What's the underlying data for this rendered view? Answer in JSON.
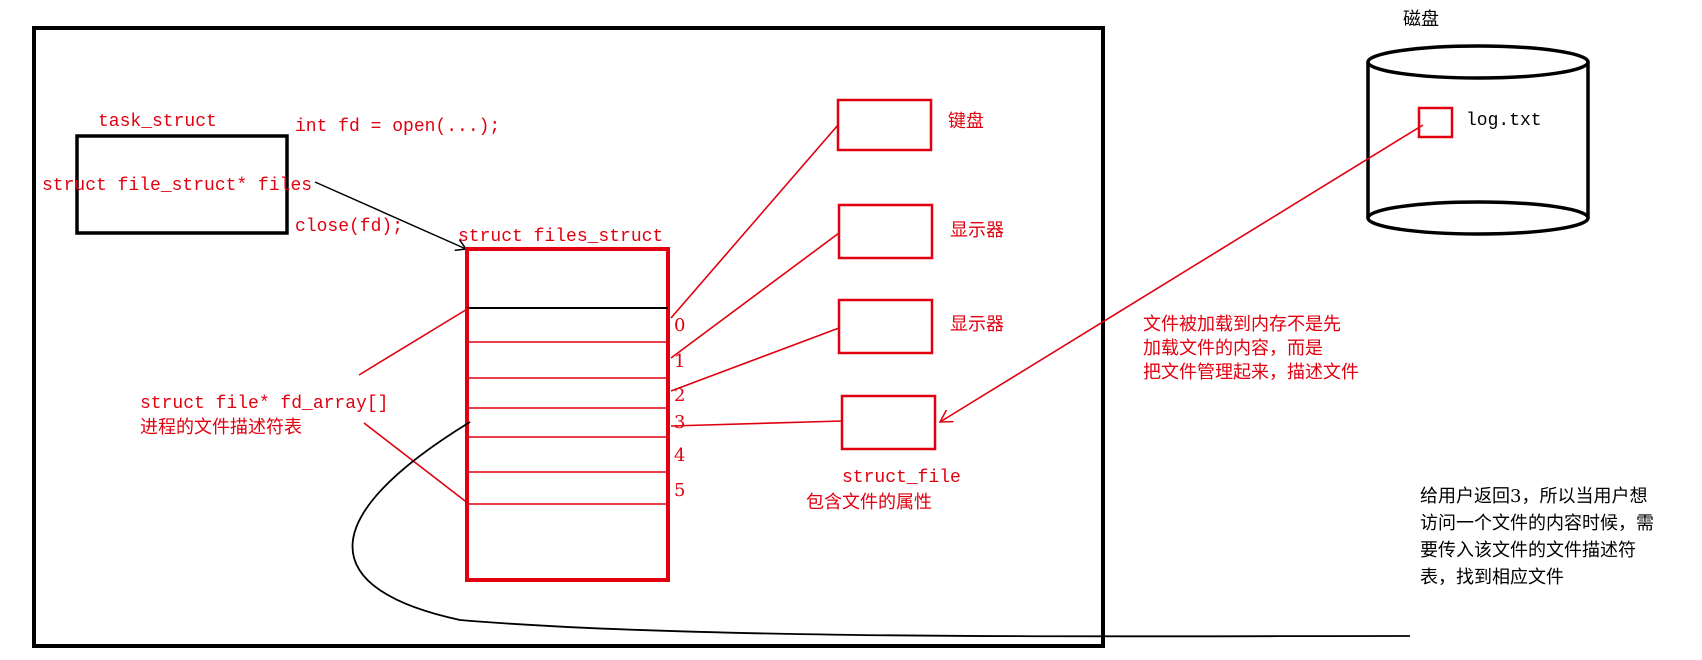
{
  "colors": {
    "red": "#e1000f",
    "black": "#000000"
  },
  "labels": {
    "task_struct": "task_struct",
    "open_call": "int fd = open(...);",
    "files_ptr": "struct file_struct* files",
    "close_call": "close(fd);",
    "files_struct": "struct files_struct",
    "fd_array": "struct file* fd_array[]",
    "fd_array_desc": "进程的文件描述符表",
    "keyboard": "键盘",
    "monitor_1": "显示器",
    "monitor_2": "显示器",
    "struct_file": "struct_file",
    "struct_file_desc": "包含文件的属性",
    "disk": "磁盘",
    "log_file": "log.txt"
  },
  "indices": [
    "0",
    "1",
    "2",
    "3",
    "4",
    "5"
  ],
  "note_load": [
    "文件被加载到内存不是先",
    "加载文件的内容，而是",
    "把文件管理起来，描述文件"
  ],
  "note_return": [
    "给用户返回3，所以当用户想",
    "访问一个文件的内容时候，需",
    "要传入该文件的文件描述符",
    "表，找到相应文件"
  ]
}
